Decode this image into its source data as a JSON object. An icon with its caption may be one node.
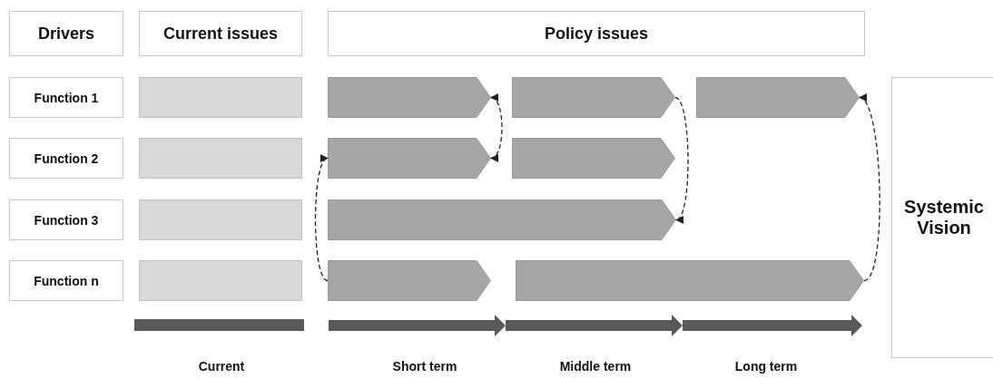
{
  "diagram": {
    "nodes": [
      {
        "text": [
          "Drivers"
        ]
      },
      {
        "text": [
          "Current issues"
        ]
      },
      {
        "text": [
          "Policy issues"
        ]
      },
      {
        "text": [
          "Function 1"
        ]
      },
      {
        "text": [
          "Function 2"
        ]
      },
      {
        "text": [
          "Function 3"
        ]
      },
      {
        "text": [
          "Function n"
        ]
      },
      {
        "text": [],
        "shape": "box"
      },
      {
        "text": [],
        "shape": "box"
      },
      {
        "text": [],
        "shape": "box"
      },
      {
        "text": [],
        "shape": "box"
      },
      {
        "text": [],
        "shape": "pentagon"
      },
      {
        "text": [],
        "shape": "pentagon"
      },
      {
        "text": [],
        "shape": "pentagon"
      },
      {
        "text": [],
        "shape": "pentagon"
      },
      {
        "text": [],
        "shape": "pentagon"
      },
      {
        "text": [],
        "shape": "pentagon"
      },
      {
        "text": [],
        "shape": "pentagon"
      },
      {
        "text": [],
        "shape": "pentagon"
      },
      {
        "text": [
          "Systemic Vision"
        ]
      }
    ],
    "edges": [
      {
        "from": 11,
        "to": 14,
        "arrow": "both",
        "style": "dashed"
      },
      {
        "from": 17,
        "to": 14,
        "arrow": "to",
        "style": "dashed"
      },
      {
        "from": 12,
        "to": 16,
        "arrow": "to",
        "style": "dashed"
      },
      {
        "from": 18,
        "to": 13,
        "arrow": "to",
        "style": "dashed"
      }
    ],
    "labels": [
      "Current",
      "Short term",
      "Middle term",
      "Long term"
    ]
  }
}
